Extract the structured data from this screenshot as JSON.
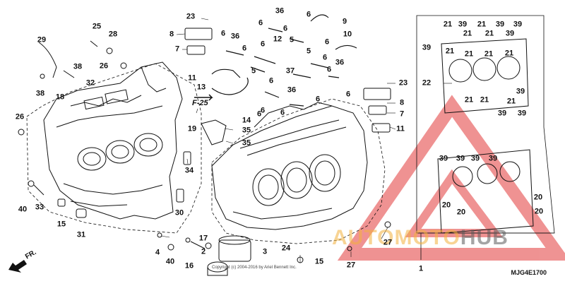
{
  "diagram": {
    "code": "MJG4E1700",
    "front_label": "FR.",
    "section_ref": "F-25",
    "watermark_part1": "AUTOMOTO",
    "watermark_part2": "HUB",
    "copyright": "Copyright (c) 2004-2016 by Ariel Bennett Inc.",
    "colors": {
      "ink": "#111111",
      "watermark_red": "#e23a3a",
      "watermark_orange": "#f2b03c",
      "watermark_gray": "#5a5a5a"
    }
  },
  "callouts": [
    {
      "id": "c1",
      "text": "23"
    },
    {
      "id": "c2",
      "text": "36"
    },
    {
      "id": "c3",
      "text": "6"
    },
    {
      "id": "c4",
      "text": "9"
    },
    {
      "id": "c5",
      "text": "6"
    },
    {
      "id": "c6",
      "text": "8"
    },
    {
      "id": "c7",
      "text": "6"
    },
    {
      "id": "c8",
      "text": "12"
    },
    {
      "id": "c9",
      "text": "5"
    },
    {
      "id": "c10",
      "text": "10"
    },
    {
      "id": "c11",
      "text": "29"
    },
    {
      "id": "c12",
      "text": "25"
    },
    {
      "id": "c13",
      "text": "28"
    },
    {
      "id": "c14",
      "text": "7"
    },
    {
      "id": "c15",
      "text": "6"
    },
    {
      "id": "c16",
      "text": "36"
    },
    {
      "id": "c17",
      "text": "6"
    },
    {
      "id": "c18",
      "text": "6"
    },
    {
      "id": "c19",
      "text": "5"
    },
    {
      "id": "c20",
      "text": "6"
    },
    {
      "id": "c21",
      "text": "38"
    },
    {
      "id": "c22",
      "text": "26"
    },
    {
      "id": "c23",
      "text": "11"
    },
    {
      "id": "c24",
      "text": "5"
    },
    {
      "id": "c25",
      "text": "37"
    },
    {
      "id": "c26",
      "text": "6"
    },
    {
      "id": "c27",
      "text": "36"
    },
    {
      "id": "c28",
      "text": "6"
    },
    {
      "id": "c29",
      "text": "32"
    },
    {
      "id": "c30",
      "text": "13"
    },
    {
      "id": "c31",
      "text": "38"
    },
    {
      "id": "c32",
      "text": "18"
    },
    {
      "id": "c33",
      "text": "6"
    },
    {
      "id": "c34",
      "text": "36"
    },
    {
      "id": "c35",
      "text": "6"
    },
    {
      "id": "c36",
      "text": "26"
    },
    {
      "id": "c37",
      "text": "19"
    },
    {
      "id": "c38",
      "text": "14"
    },
    {
      "id": "c39",
      "text": "35"
    },
    {
      "id": "c40",
      "text": "35"
    },
    {
      "id": "c41",
      "text": "6"
    },
    {
      "id": "c42",
      "text": "6"
    },
    {
      "id": "c43",
      "text": "34"
    },
    {
      "id": "c44",
      "text": "40"
    },
    {
      "id": "c45",
      "text": "33"
    },
    {
      "id": "c46",
      "text": "15"
    },
    {
      "id": "c47",
      "text": "30"
    },
    {
      "id": "c48",
      "text": "31"
    },
    {
      "id": "c49",
      "text": "17"
    },
    {
      "id": "c50",
      "text": "4"
    },
    {
      "id": "c51",
      "text": "2"
    },
    {
      "id": "c52",
      "text": "24"
    },
    {
      "id": "c53",
      "text": "3"
    },
    {
      "id": "c54",
      "text": "40"
    },
    {
      "id": "c55",
      "text": "16"
    },
    {
      "id": "c56",
      "text": "15"
    },
    {
      "id": "c57",
      "text": "27"
    },
    {
      "id": "c58",
      "text": "27"
    },
    {
      "id": "c59",
      "text": "1"
    },
    {
      "id": "c60",
      "text": "23"
    },
    {
      "id": "c61",
      "text": "8"
    },
    {
      "id": "c62",
      "text": "7"
    },
    {
      "id": "c63",
      "text": "11"
    },
    {
      "id": "c64",
      "text": "22"
    },
    {
      "id": "c65",
      "text": "21"
    },
    {
      "id": "c66",
      "text": "39"
    },
    {
      "id": "c67",
      "text": "21"
    },
    {
      "id": "c68",
      "text": "39"
    },
    {
      "id": "c69",
      "text": "21"
    },
    {
      "id": "c70",
      "text": "39"
    },
    {
      "id": "c71",
      "text": "21"
    },
    {
      "id": "c72",
      "text": "39"
    },
    {
      "id": "c73",
      "text": "39"
    },
    {
      "id": "c74",
      "text": "21"
    },
    {
      "id": "c75",
      "text": "21"
    },
    {
      "id": "c76",
      "text": "21"
    },
    {
      "id": "c77",
      "text": "21"
    },
    {
      "id": "c78",
      "text": "21"
    },
    {
      "id": "c79",
      "text": "21"
    },
    {
      "id": "c80",
      "text": "39"
    },
    {
      "id": "c81",
      "text": "39"
    },
    {
      "id": "c82",
      "text": "21"
    },
    {
      "id": "c83",
      "text": "39"
    },
    {
      "id": "c84",
      "text": "39"
    },
    {
      "id": "c85",
      "text": "39"
    },
    {
      "id": "c86",
      "text": "39"
    },
    {
      "id": "c87",
      "text": "39"
    },
    {
      "id": "c88",
      "text": "20"
    },
    {
      "id": "c89",
      "text": "20"
    },
    {
      "id": "c90",
      "text": "20"
    },
    {
      "id": "c91",
      "text": "20"
    },
    {
      "id": "c92",
      "text": "6"
    },
    {
      "id": "c93",
      "text": "6"
    }
  ]
}
